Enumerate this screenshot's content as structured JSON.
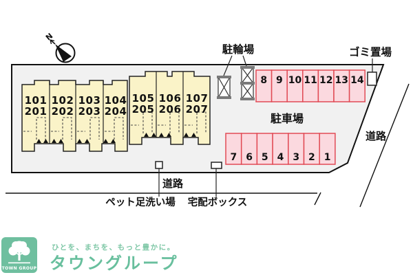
{
  "plan": {
    "compass": {
      "label": "N"
    },
    "buildings": [
      {
        "units": [
          {
            "floor1": "101",
            "floor2": "201"
          },
          {
            "floor1": "102",
            "floor2": "202"
          },
          {
            "floor1": "103",
            "floor2": "203"
          },
          {
            "floor1": "104",
            "floor2": "204"
          }
        ]
      },
      {
        "units": [
          {
            "floor1": "105",
            "floor2": "205"
          },
          {
            "floor1": "106",
            "floor2": "206"
          },
          {
            "floor1": "107",
            "floor2": "207"
          }
        ]
      }
    ],
    "bike": {
      "label": "駐輪場"
    },
    "garbage": {
      "label": "ゴミ置場"
    },
    "parking": {
      "label": "駐車場",
      "upper": [
        "8",
        "9",
        "10",
        "11",
        "12",
        "13",
        "14"
      ],
      "lower": [
        "7",
        "6",
        "5",
        "4",
        "3",
        "2",
        "1"
      ]
    },
    "roads": {
      "bottom": "道路",
      "right": "道路"
    },
    "pet_wash": {
      "label": "ペット足洗い場"
    },
    "delivery": {
      "label": "宅配ボックス"
    }
  },
  "footer": {
    "logo_text": "TOWN GROUP",
    "tagline": "ひとを、まちを、もっと豊かに。",
    "company": "タウングループ"
  },
  "colors": {
    "site_fill": "#F1F1F1",
    "building_fill": "#FAF3C8",
    "parking_fill": "#FBD9DF",
    "parking_border": "#E14B55",
    "brand_green": "#6FBF9F",
    "company_green": "#68BF9D",
    "tagline_green": "#7EC7A6"
  }
}
